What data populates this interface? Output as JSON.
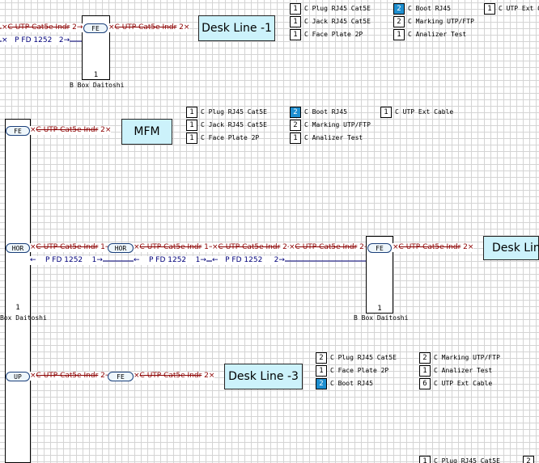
{
  "diagram": {
    "wire_labels": [
      {
        "id": "w1",
        "text": "C UTP Cat5e Indr",
        "num": "2"
      },
      {
        "id": "w2",
        "text": "P FD 1252",
        "num": "2"
      },
      {
        "id": "w3",
        "text": "C UTP Cat5e Indr",
        "num": "2"
      },
      {
        "id": "w4",
        "text": "C UTP Cat5e Indr",
        "num": "2"
      },
      {
        "id": "w5",
        "text": "C UTP Cat5e Indr",
        "num": "1"
      },
      {
        "id": "w6",
        "text": "C UTP Cat5e Indr",
        "num": "1"
      },
      {
        "id": "w7",
        "text": "C UTP Cat5e Indr",
        "num": "2"
      },
      {
        "id": "w8",
        "text": "C UTP Cat5e Indr",
        "num": "2"
      },
      {
        "id": "w9",
        "text": "C UTP Cat5e Indr",
        "num": "2"
      },
      {
        "id": "w10",
        "text": "P FD 1252",
        "num": "1"
      },
      {
        "id": "w11",
        "text": "P FD 1252",
        "num": "1"
      },
      {
        "id": "w12",
        "text": "P FD 1252",
        "num": "2"
      },
      {
        "id": "w13",
        "text": "C UTP Cat5e Indr",
        "num": "2"
      },
      {
        "id": "w14",
        "text": "C UTP Cat5e Indr",
        "num": "2"
      }
    ],
    "connectors": {
      "fe1": "FE",
      "fe2": "FE",
      "hor1": "HOR",
      "hor2": "HOR",
      "fe3": "FE",
      "up": "UP",
      "fe4": "FE"
    },
    "boxes": {
      "box1": {
        "num": "1",
        "caption": "B Box Daitoshi"
      },
      "box3": {
        "num": "1",
        "caption": "Box Daitoshi"
      },
      "box4": {
        "num": "1",
        "caption": "B Box Daitoshi"
      }
    },
    "desk_lines": {
      "d1": "Desk Line -1",
      "mfm": "MFM",
      "d2": "Desk Line",
      "d3": "Desk Line -3"
    },
    "bom": {
      "g1": [
        {
          "qty": "1",
          "name": "C Plug RJ45 Cat5E"
        },
        {
          "qty": "1",
          "name": "C Jack RJ45 Cat5E"
        },
        {
          "qty": "1",
          "name": "C Face Plate 2P"
        },
        {
          "qty": "2",
          "name": "C Boot RJ45",
          "hl": true
        },
        {
          "qty": "2",
          "name": "C Marking UTP/FTP"
        },
        {
          "qty": "1",
          "name": "C Analizer Test"
        },
        {
          "qty": "1",
          "name": "C UTP Ext Cable"
        }
      ],
      "g2": [
        {
          "qty": "1",
          "name": "C Plug RJ45 Cat5E"
        },
        {
          "qty": "1",
          "name": "C Jack RJ45 Cat5E"
        },
        {
          "qty": "1",
          "name": "C Face Plate 2P"
        },
        {
          "qty": "2",
          "name": "C Boot RJ45",
          "hl": true
        },
        {
          "qty": "2",
          "name": "C Marking UTP/FTP"
        },
        {
          "qty": "1",
          "name": "C Analizer Test"
        },
        {
          "qty": "1",
          "name": "C UTP Ext Cable"
        }
      ],
      "g3": [
        {
          "qty": "2",
          "name": "C Plug RJ45 Cat5E"
        },
        {
          "qty": "1",
          "name": "C Face Plate 2P"
        },
        {
          "qty": "2",
          "name": "C Boot RJ45",
          "hl": true
        },
        {
          "qty": "2",
          "name": "C Marking UTP/FTP"
        },
        {
          "qty": "1",
          "name": "C Analizer Test"
        },
        {
          "qty": "6",
          "name": "C UTP Ext Cable"
        }
      ],
      "g4": [
        {
          "qty": "1",
          "name": "C Plug RJ45 Cat5E"
        },
        {
          "qty": "2",
          "name": ""
        }
      ]
    },
    "colors": {
      "utp_wire": "#8b0000",
      "fd_wire": "#00007a",
      "desk_fill": "#ccf2fb",
      "qty_highlight": "#1e8fd0",
      "connector_border": "#1a3f7a"
    }
  }
}
